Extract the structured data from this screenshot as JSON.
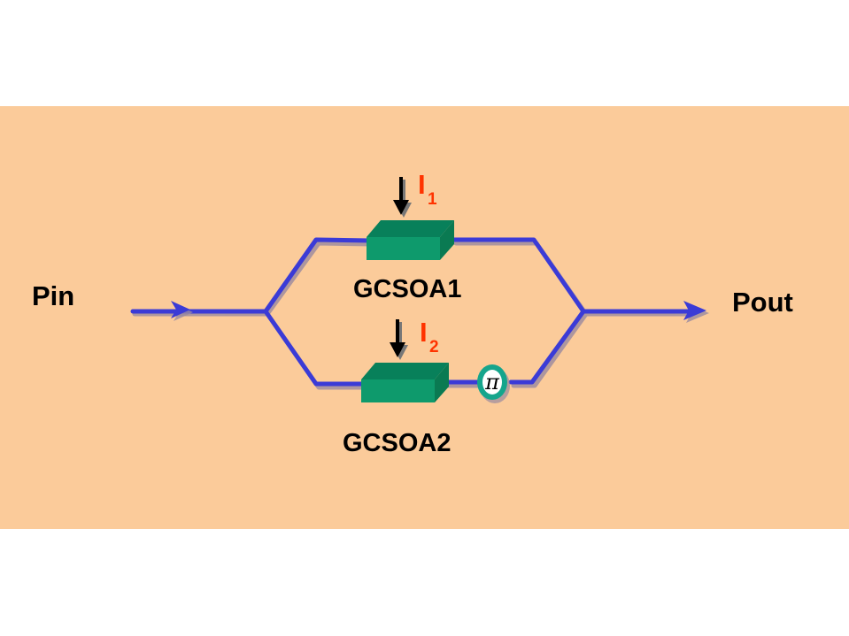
{
  "labels": {
    "input": "Pin",
    "output": "Pout",
    "amp1": "GCSOA1",
    "amp2": "GCSOA2",
    "current1_main": "I",
    "current1_sub": "1",
    "current2_main": "I",
    "current2_sub": "2",
    "phase_shifter": "π"
  },
  "colors": {
    "background_panel": "#fbcb9a",
    "waveguide": "#3b3bd6",
    "waveguide_shadow": "#9a8aa0",
    "amplifier_front": "#0e9a6c",
    "amplifier_top": "#08805a",
    "amplifier_side": "#0a7a52",
    "current_label": "#ff3300",
    "arrow": "#000000",
    "phase_ring": "#15a58c"
  },
  "icons": {
    "current_arrow": "down-arrow-icon",
    "phase_shifter": "pi-phase-shifter-icon"
  }
}
